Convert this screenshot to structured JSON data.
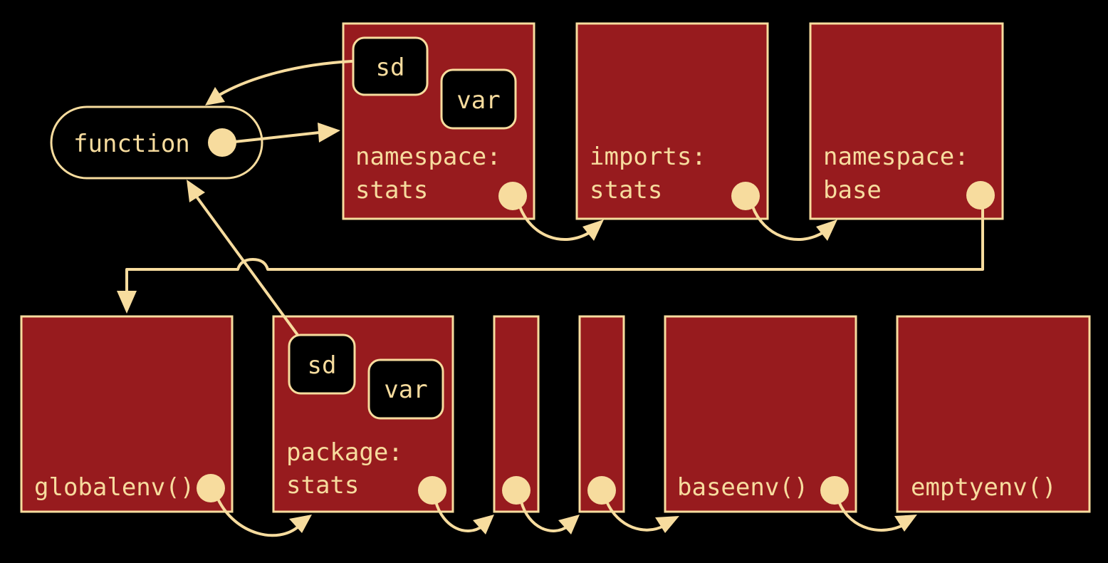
{
  "function_label": "function",
  "top": {
    "ns_stats": {
      "line1": "namespace:",
      "line2": "stats"
    },
    "imports_stats": {
      "line1": "imports:",
      "line2": "stats"
    },
    "ns_base": {
      "line1": "namespace:",
      "line2": "base"
    },
    "bindings": {
      "sd": "sd",
      "var": "var"
    }
  },
  "bottom": {
    "globalenv": "globalenv()",
    "pkg_stats": {
      "line1": "package:",
      "line2": "stats"
    },
    "bindings": {
      "sd": "sd",
      "var": "var"
    },
    "baseenv": "baseenv()",
    "emptyenv": "emptyenv()"
  },
  "colors": {
    "background": "#000000",
    "env_fill": "#971b1e",
    "accent": "#f7dc9e"
  }
}
